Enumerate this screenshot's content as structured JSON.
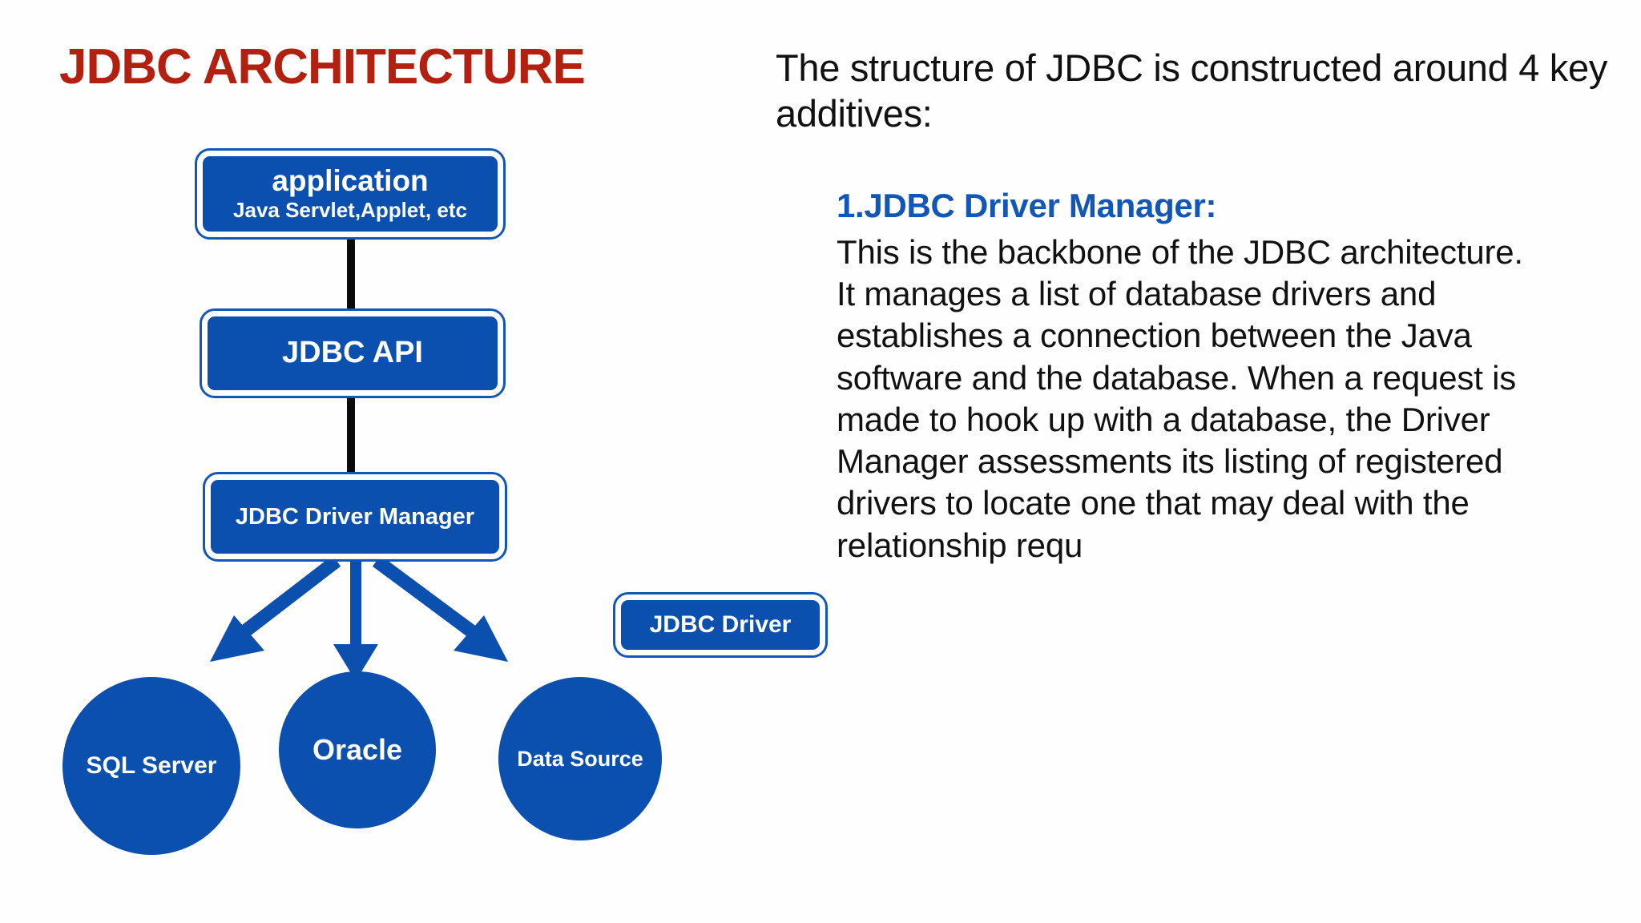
{
  "slide": {
    "title": "JDBC ARCHITECTURE",
    "title_color": "#B3200F",
    "background_color": "#FFFFFF"
  },
  "theme": {
    "node_blue": "#0B4FAF",
    "node_border_white": "#FFFFFF",
    "node_outline_blue": "#1257B6",
    "heading_blue": "#1257B6",
    "connector_black": "#0A0A0A",
    "body_text": "#111111"
  },
  "diagram": {
    "nodes": [
      {
        "id": "application",
        "title": "application",
        "subtitle": "Java Servlet,Applet, etc"
      },
      {
        "id": "jdbc-api",
        "title": "JDBC API",
        "subtitle": ""
      },
      {
        "id": "driver-manager",
        "title": "JDBC Driver Manager",
        "subtitle": ""
      },
      {
        "id": "jdbc-driver",
        "title": "JDBC Driver",
        "subtitle": ""
      }
    ],
    "databases": [
      {
        "id": "sql-server",
        "label": "SQL Server"
      },
      {
        "id": "oracle",
        "label": "Oracle"
      },
      {
        "id": "data-source",
        "label": "Data Source"
      }
    ],
    "connectors": [
      {
        "from": "application",
        "to": "jdbc-api",
        "style": "line",
        "color": "#0A0A0A"
      },
      {
        "from": "jdbc-api",
        "to": "driver-manager",
        "style": "line",
        "color": "#0A0A0A"
      },
      {
        "from": "driver-manager",
        "to": "sql-server",
        "style": "arrow",
        "color": "#0B4FAF"
      },
      {
        "from": "driver-manager",
        "to": "oracle",
        "style": "arrow",
        "color": "#0B4FAF"
      },
      {
        "from": "driver-manager",
        "to": "data-source",
        "style": "arrow",
        "color": "#0B4FAF"
      }
    ]
  },
  "content": {
    "intro": "The structure of JDBC is constructed around 4 key additives:",
    "section": {
      "heading": "1.JDBC Driver Manager:",
      "body": "This is the backbone of the JDBC architecture. It manages a list of database drivers and establishes a connection between the Java software and the database. When a request is made to hook up with a database, the Driver Manager assessments its listing of registered drivers to locate one that may deal with the relationship requ"
    }
  }
}
